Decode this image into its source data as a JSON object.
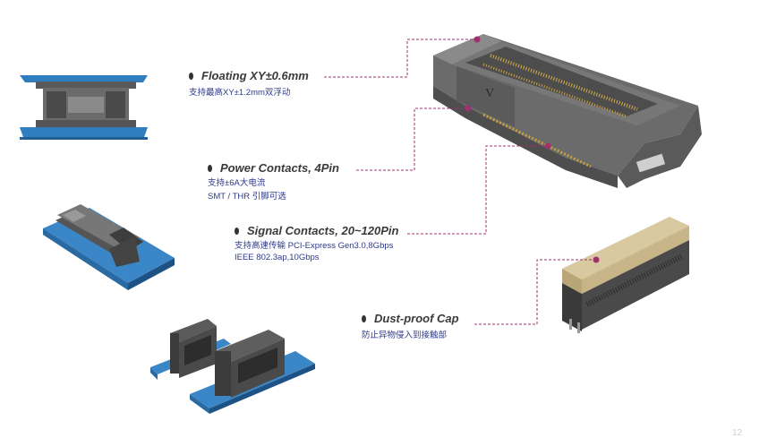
{
  "features": [
    {
      "title": "Floating XY±0.6mm",
      "lines": [
        "支持最高XY±1.2mm双浮动"
      ]
    },
    {
      "title": "Power Contacts, 4Pin",
      "lines": [
        "支持±6A大电流",
        "SMT / THR  引脚可选"
      ]
    },
    {
      "title": "Signal Contacts, 20~120Pin",
      "lines": [
        "支持高速传输  PCI-Express Gen3.0,8Gbps",
        "IEEE 802.3ap,10Gbps"
      ]
    },
    {
      "title": "Dust-proof Cap",
      "lines": [
        "防止异物侵入到接触部"
      ]
    }
  ],
  "page_number": "12",
  "colors": {
    "callout": "#a0306e",
    "text_blue": "#2d3a8c",
    "board_blue": "#2f7fc0"
  }
}
